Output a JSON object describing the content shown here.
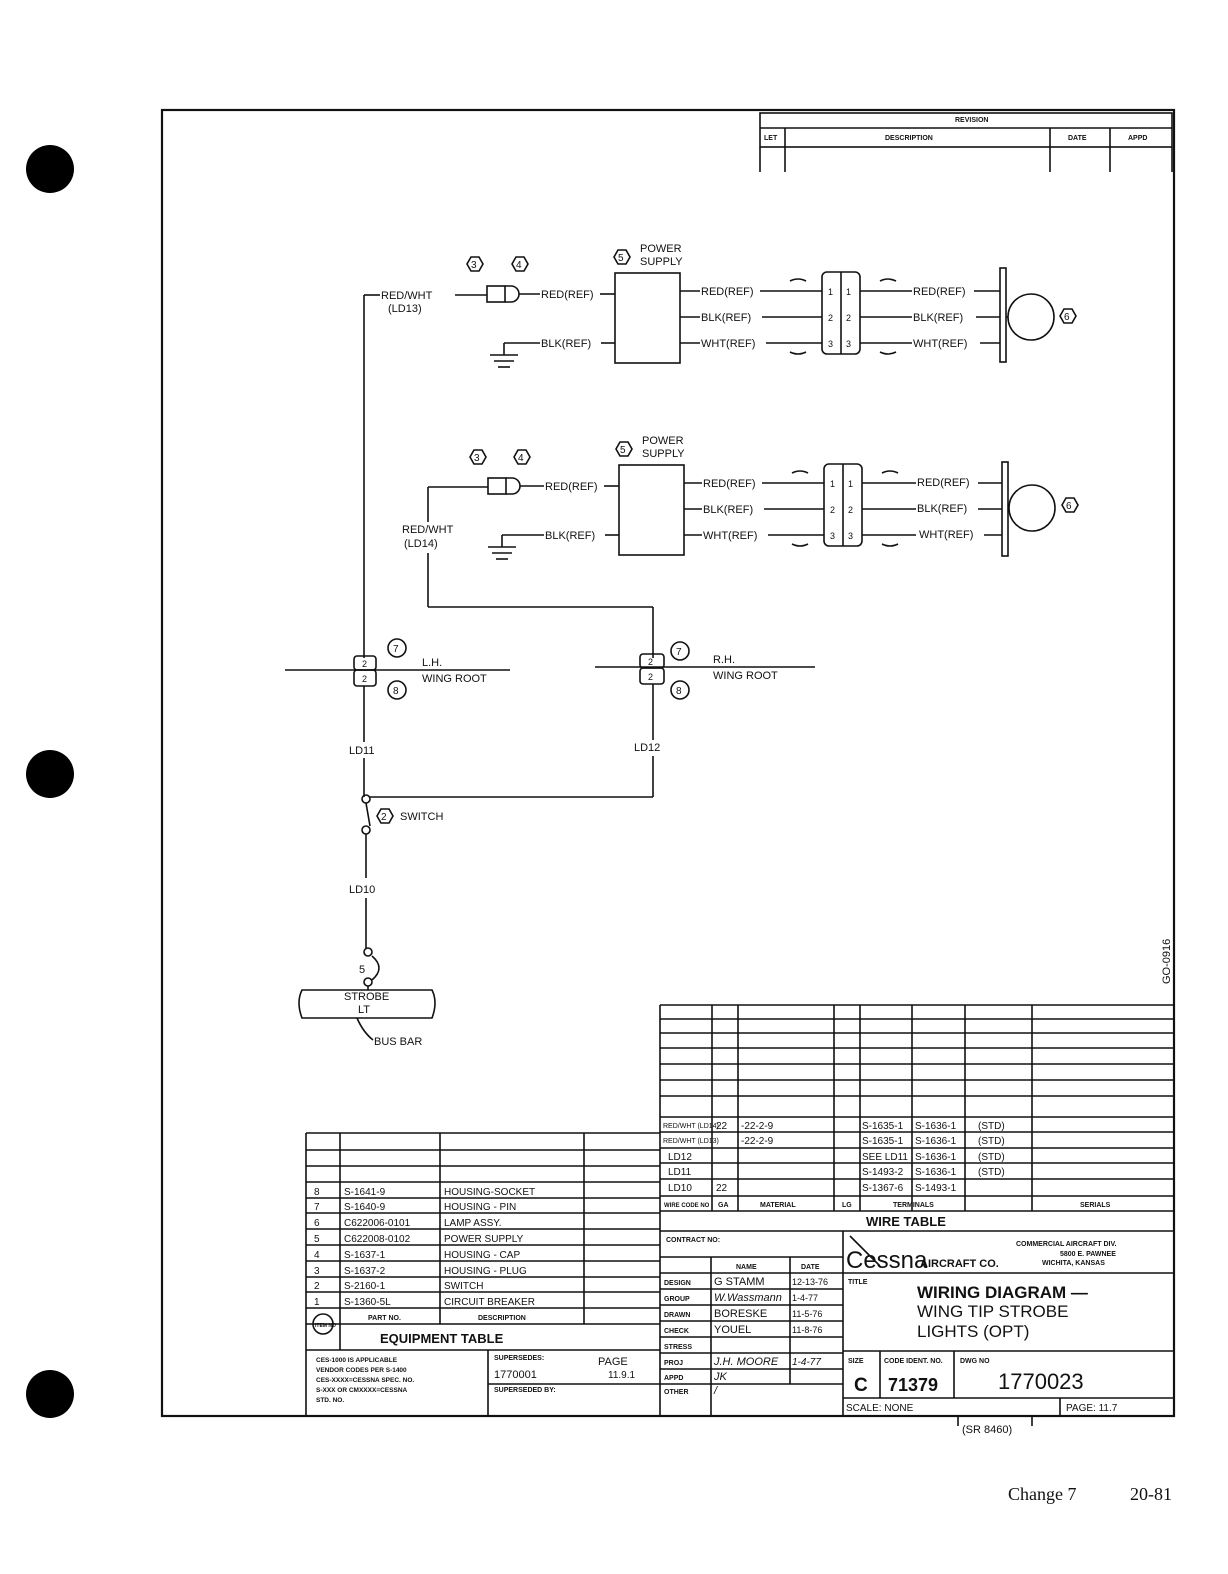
{
  "revision": {
    "title": "REVISION",
    "cols": [
      "LET",
      "DESCRIPTION",
      "DATE",
      "APPD"
    ]
  },
  "upper_circuit": {
    "items": {
      "a": "3",
      "b": "4",
      "c": "5",
      "d": "6"
    },
    "power_supply": [
      "POWER",
      "SUPPLY"
    ],
    "feed_wire": [
      "RED/WHT",
      "(LD13)"
    ],
    "red_ref": "RED(REF)",
    "blk_ref": "BLK(REF)",
    "out_red": "RED(REF)",
    "out_blk": "BLK(REF)",
    "out_wht": "WHT(REF)",
    "lamp_red": "RED(REF)",
    "lamp_blk": "BLK(REF)",
    "lamp_wht": "WHT(REF)",
    "pins": [
      "1",
      "2",
      "3"
    ]
  },
  "lower_circuit": {
    "items": {
      "a": "3",
      "b": "4",
      "c": "5",
      "d": "6"
    },
    "power_supply": [
      "POWER",
      "SUPPLY"
    ],
    "feed_wire": [
      "RED/WHT",
      "(LD14)"
    ],
    "red_ref": "RED(REF)",
    "blk_ref": "BLK(REF)",
    "out_red": "RED(REF)",
    "out_blk": "BLK(REF)",
    "out_wht": "WHT(REF)",
    "lamp_red": "RED(REF)",
    "lamp_blk": "BLK(REF)",
    "lamp_wht": "WHT(REF)",
    "pins": [
      "1",
      "2",
      "3"
    ]
  },
  "lh_root": {
    "item_top": "7",
    "item_bot": "8",
    "pin": "2",
    "label": [
      "L.H.",
      "WING ROOT"
    ],
    "wire": "LD11"
  },
  "rh_root": {
    "item_top": "7",
    "item_bot": "8",
    "pin": "2",
    "label": [
      "R.H.",
      "WING ROOT"
    ],
    "wire": "LD12"
  },
  "switch": {
    "item": "2",
    "label": "SWITCH"
  },
  "ld10": "LD10",
  "breaker": {
    "rating": "5",
    "label": [
      "STROBE",
      "LT"
    ],
    "bus": "BUS BAR"
  },
  "side_code": "GO-0916",
  "equipment_table": {
    "title": "EQUIPMENT TABLE",
    "head": {
      "part": "PART NO.",
      "desc": "DESCRIPTION"
    },
    "rows": [
      {
        "item": "8",
        "part": "S-1641-9",
        "desc": "HOUSING-SOCKET"
      },
      {
        "item": "7",
        "part": "S-1640-9",
        "desc": "HOUSING - PIN"
      },
      {
        "item": "6",
        "part": "C622006-0101",
        "desc": "LAMP ASSY."
      },
      {
        "item": "5",
        "part": "C622008-0102",
        "desc": "POWER SUPPLY"
      },
      {
        "item": "4",
        "part": "S-1637-1",
        "desc": "HOUSING - CAP"
      },
      {
        "item": "3",
        "part": "S-1637-2",
        "desc": "HOUSING - PLUG"
      },
      {
        "item": "2",
        "part": "S-2160-1",
        "desc": "SWITCH"
      },
      {
        "item": "1",
        "part": "S-1360-5L",
        "desc": "CIRCUIT BREAKER"
      }
    ],
    "item_no": "ITEM NO"
  },
  "notes": {
    "lines": [
      "CES-1000 IS APPLICABLE",
      "VENDOR CODES PER S-1400",
      "CES-XXXX=CESSNA SPEC. NO.",
      "S-XXX OR CMXXXX=CESSNA",
      "STD. NO."
    ],
    "supersedes": "SUPERSEDES:",
    "page_label": "PAGE",
    "sup_no": "1770001",
    "sup_page": "11.9.1",
    "superseded_by": "SUPERSEDED BY:"
  },
  "wire_table": {
    "title": "WIRE TABLE",
    "head": [
      "WIRE CODE NO",
      "GA",
      "MATERIAL",
      "LG",
      "TERMINALS",
      "SERIALS"
    ],
    "rows": [
      [
        "RED/WHT (LD14)",
        "22",
        "-22-2-9",
        "",
        "S-1635-1",
        "S-1636-1",
        "(STD)"
      ],
      [
        "RED/WHT (LD13)",
        "",
        "-22-2-9",
        "",
        "S-1635-1",
        "S-1636-1",
        "(STD)"
      ],
      [
        "LD12",
        "",
        "",
        "",
        "SEE LD11",
        "S-1636-1",
        "(STD)"
      ],
      [
        "LD11",
        "",
        "",
        "",
        "S-1493-2",
        "S-1636-1",
        "(STD)"
      ],
      [
        "LD10",
        "22",
        "",
        "",
        "S-1367-6",
        "S-1493-1",
        ""
      ]
    ]
  },
  "title_block": {
    "contract": "CONTRACT NO:",
    "name": "NAME",
    "date": "DATE",
    "rows": [
      {
        "role": "DESIGN",
        "name": "G STAMM",
        "date": "12-13-76"
      },
      {
        "role": "GROUP",
        "name": "W.Wassmann",
        "date": "1-4-77"
      },
      {
        "role": "DRAWN",
        "name": "BORESKE",
        "date": "11-5-76"
      },
      {
        "role": "CHECK",
        "name": "YOUEL",
        "date": "11-8-76"
      },
      {
        "role": "STRESS",
        "name": "",
        "date": ""
      },
      {
        "role": "PROJ",
        "name": "J.H. MOORE",
        "date": "1-4-77"
      },
      {
        "role": "APPD",
        "name": "JK",
        "date": ""
      },
      {
        "role": "OTHER",
        "name": "/",
        "date": ""
      }
    ],
    "company": "Cessna",
    "company2": "AIRCRAFT CO.",
    "division": [
      "COMMERCIAL AIRCRAFT DIV.",
      "5800 E. PAWNEE",
      "WICHITA, KANSAS"
    ],
    "title_label": "TITLE",
    "title": [
      "WIRING DIAGRAM —",
      "WING TIP STROBE",
      "LIGHTS (OPT)"
    ],
    "size_label": "SIZE",
    "size": "C",
    "code_label": "CODE IDENT. NO.",
    "code": "71379",
    "dwg_label": "DWG NO",
    "dwg": "1770023",
    "scale": "SCALE: NONE",
    "page": "PAGE: 11.7",
    "sr": "(SR 8460)"
  },
  "footer": {
    "change": "Change 7",
    "page": "20-81"
  }
}
